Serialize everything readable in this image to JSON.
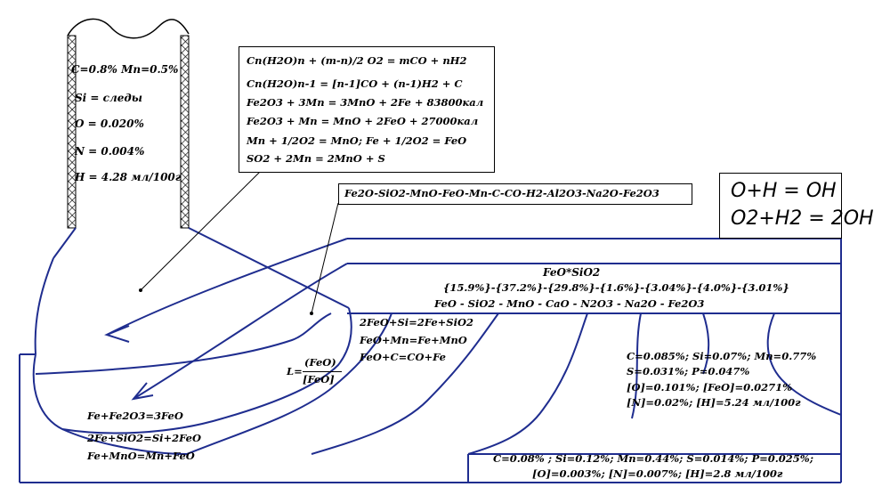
{
  "pipe": {
    "lines": [
      "C=0.8% Mn=0.5%",
      "Si = следы",
      "O = 0.020%",
      "N = 0.004%",
      "H = 4.28 мл/100г"
    ]
  },
  "reactions_box": {
    "lines": [
      "Cn(H2O)n + (m-n)/2 O2 = mCO + nH2",
      "Cn(H2O)n-1 = [n-1]CO + (n-1)H2 + C",
      "Fe2O3 + 3Mn = 3MnO + 2Fe + 83800кал",
      "Fe2O3 + Mn = MnO + 2FeO + 27000кал",
      "Mn + 1/2O2 = MnO; Fe + 1/2O2 = FeO",
      "SO2 + 2Mn = 2MnO + S"
    ]
  },
  "system_label": "Fe2O-SiO2-MnO-FeO-Mn-C-CO-H2-Al2O3-Na2O-Fe2O3",
  "hydrogen_box": {
    "line1": "O+H = OH",
    "line2": "O2+H2 = 2OH"
  },
  "slag": {
    "title": "FeO*SiO2",
    "percents": "{15.9%}-{37.2%}-{29.8%}-{1.6%}-{3.04%}-{4.0%}-{3.01%}",
    "oxides": "FeO - SiO2 - MnO - CaO - N2O3 - Na2O - Fe2O3"
  },
  "metal_reactions": [
    "2FeO+Si=2Fe+SiO2",
    "FeO+Mn=Fe+MnO",
    "FeO+C=CO+Fe"
  ],
  "distribution": {
    "lhs": "L=",
    "numerator": "(FeO)",
    "denominator": "[FeO]"
  },
  "mid_composition": [
    "C=0.085%; Si=0.07%; Mn=0.77%",
    "S=0.031%; P=0.047%",
    "[O]=0.101%; [FeO]=0.0271%",
    "[N]=0.02%; [H]=5.24 мл/100г"
  ],
  "bottom_reactions": [
    "Fe+Fe2O3=3FeO",
    "2Fe+SiO2=Si+2FeO",
    "Fe+MnO=Mn+FeO"
  ],
  "final_composition": [
    "C=0.08% ; Si=0.12%; Mn=0.44%; S=0.014%; P=0.025%;",
    "[O]=0.003%; [N]=0.007%; [H]=2.8 мл/100г"
  ],
  "colors": {
    "line": "#1f2d8f",
    "box": "#000000",
    "hatch": "#000000"
  }
}
